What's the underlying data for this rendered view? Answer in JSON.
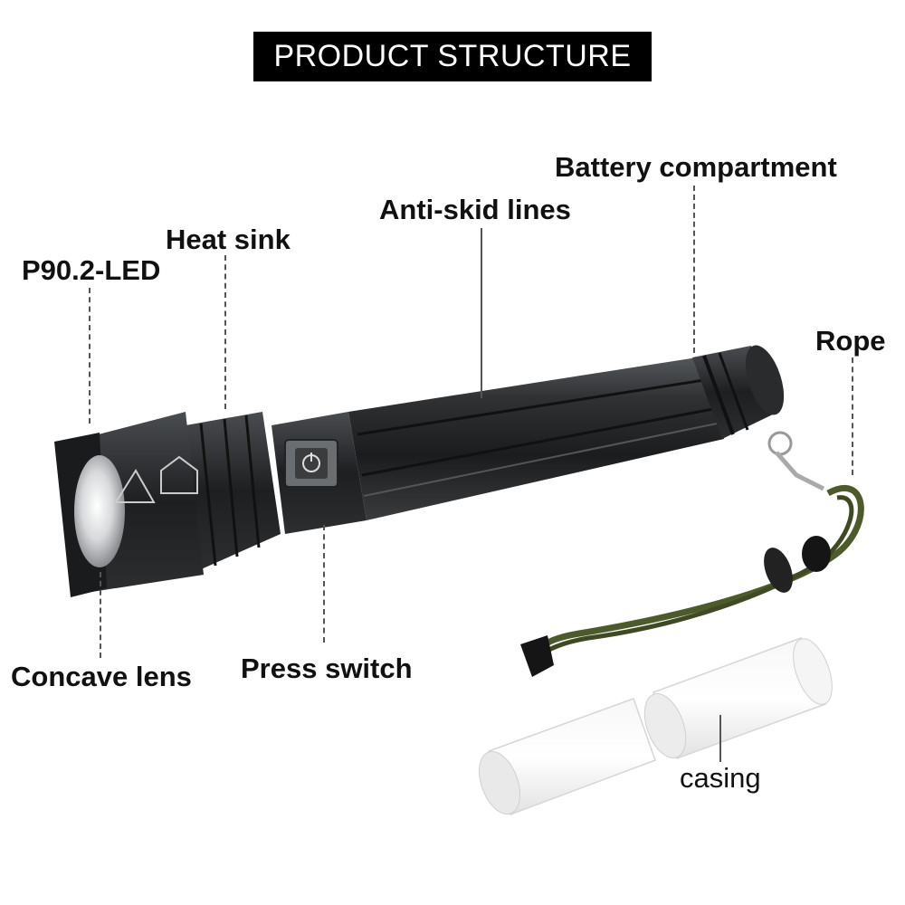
{
  "title": "PRODUCT STRUCTURE",
  "labels": {
    "led": "P90.2-LED",
    "heat_sink": "Heat sink",
    "anti_skid": "Anti-skid lines",
    "battery": "Battery compartment",
    "rope": "Rope",
    "concave_lens": "Concave lens",
    "press_switch": "Press switch",
    "casing": "casing"
  },
  "colors": {
    "flashlight_body": "#2b2d2f",
    "rope": "#4d5a2c",
    "casing": "#eeeeee"
  }
}
